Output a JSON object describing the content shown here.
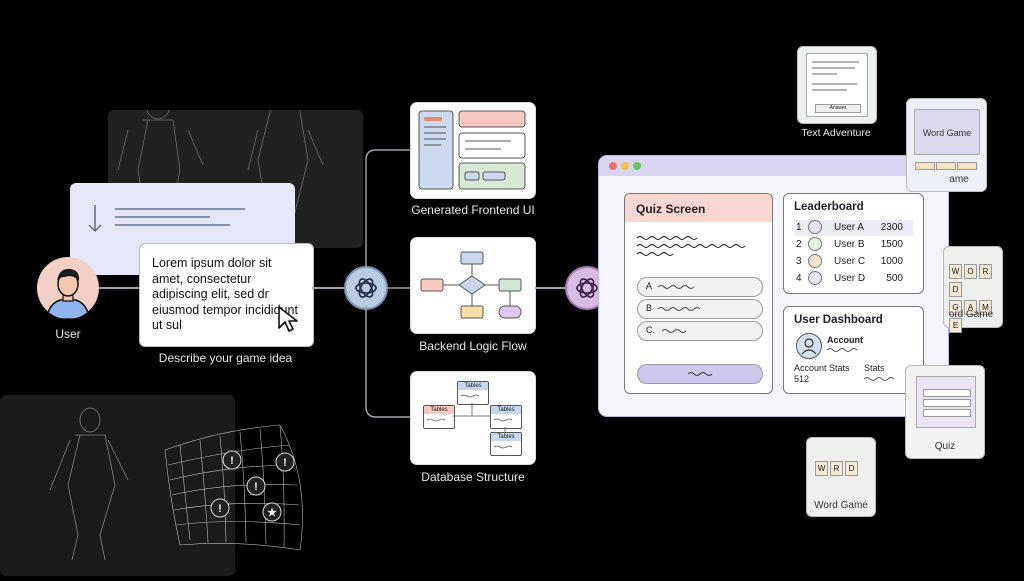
{
  "user": {
    "label": "User"
  },
  "prompt": {
    "text": "Lorem ipsum dolor sit amet, consectetur adipiscing elit, sed dr eiusmod tempor incididunt ut sul",
    "caption": "Describe your game idea"
  },
  "pipeline": [
    {
      "label": "Generated Frontend UI"
    },
    {
      "label": "Backend Logic Flow"
    },
    {
      "label": "Database Structure"
    }
  ],
  "database": {
    "table_label": "Tables"
  },
  "app": {
    "quiz": {
      "title": "Quiz Screen",
      "answers": [
        {
          "key": "A"
        },
        {
          "key": "B"
        },
        {
          "key": "C."
        }
      ]
    },
    "leaderboard": {
      "title": "Leaderboard",
      "rows": [
        {
          "rank": "1",
          "user": "User A",
          "score": "2300"
        },
        {
          "rank": "2",
          "user": "User B",
          "score": "1500"
        },
        {
          "rank": "3",
          "user": "User C",
          "score": "1000"
        },
        {
          "rank": "4",
          "user": "User D",
          "score": "500"
        }
      ]
    },
    "dashboard": {
      "title": "User Dashboard",
      "account_label": "Account",
      "stats_label": "Account Stats",
      "stats_value": "512",
      "stats2_label": "Stats"
    }
  },
  "outputs": [
    {
      "label": "Text Adventure",
      "answer_label": "Answer"
    },
    {
      "label": "Word Game",
      "inner": "Word Game"
    },
    {
      "label": "ord Game",
      "tiles": [
        "W",
        "O",
        "R",
        "D",
        "G",
        "A",
        "M",
        "E"
      ]
    },
    {
      "label": "Quiz"
    },
    {
      "label": "Word Game",
      "tiles": [
        "W",
        "R",
        "D"
      ]
    }
  ],
  "partial_labels": {
    "word_game_cut": "ame"
  },
  "colors": {
    "background": "#000000",
    "hub": "#b8cbe0",
    "hub_right": "#d9bce3",
    "quiz_header": "#f8d7d2",
    "answer_button": "#cfc7ee",
    "window_bar": "#d9d4ef"
  }
}
